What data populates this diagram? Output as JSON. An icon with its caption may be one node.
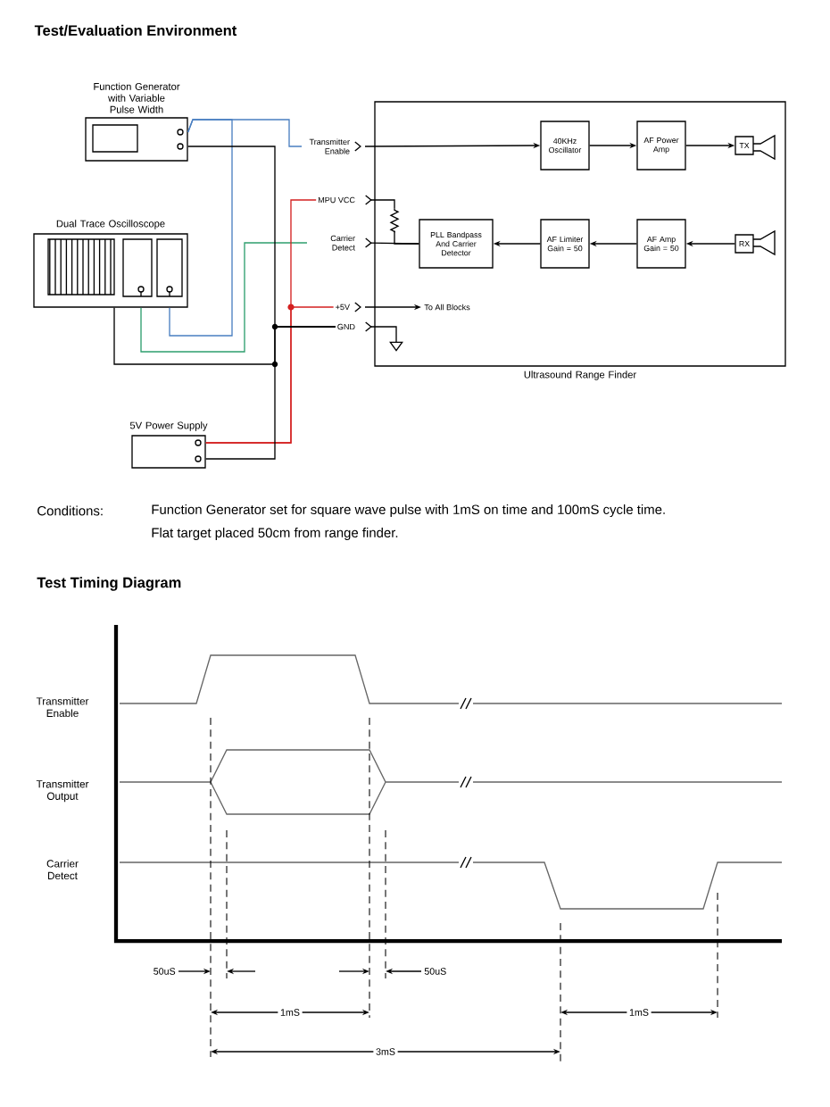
{
  "diagram": {
    "title": "Test/Evaluation Environment",
    "nodes": [
      {
        "text": [
          "Function Generator with Variable Pulse Width"
        ]
      },
      {
        "text": [
          "Dual Trace Oscilloscope"
        ]
      },
      {
        "text": [
          "5V Power Supply"
        ]
      },
      {
        "text": [
          "Ultrasound Range Finder"
        ]
      },
      {
        "text": [
          "Transmitter Enable"
        ]
      },
      {
        "text": [
          "MPU VCC"
        ]
      },
      {
        "text": [
          "Carrier Detect"
        ]
      },
      {
        "text": [
          "+5V"
        ]
      },
      {
        "text": [
          "GND"
        ]
      },
      {
        "text": [
          "40KHz Oscillator"
        ],
        "in": 3
      },
      {
        "text": [
          "AF Power Amp"
        ],
        "in": 3
      },
      {
        "text": [
          "TX"
        ],
        "in": 3
      },
      {
        "text": [
          "PLL Bandpass And Carrier Detector"
        ],
        "in": 3
      },
      {
        "text": [
          "AF Limiter Gain = 50"
        ],
        "in": 3
      },
      {
        "text": [
          "AF Amp Gain = 50"
        ],
        "in": 3
      },
      {
        "text": [
          "RX"
        ],
        "in": 3
      },
      {
        "text": [
          "To All Blocks"
        ],
        "in": 3
      },
      {
        "text": [],
        "shape": "resistor",
        "in": 3
      },
      {
        "text": [],
        "shape": "ground",
        "in": 3
      }
    ],
    "edges": [
      {
        "from": 0,
        "to": 4,
        "arrow": "none",
        "color": "#4a7fc1"
      },
      {
        "from": 0,
        "to": 1,
        "arrow": "none",
        "color": "#4a7fc1"
      },
      {
        "from": 1,
        "to": 6,
        "arrow": "none",
        "color": "#2e9e6e"
      },
      {
        "from": 2,
        "to": 5,
        "arrow": "none",
        "color": "#d42020"
      },
      {
        "from": 2,
        "to": 7,
        "arrow": "none",
        "color": "#d42020"
      },
      {
        "from": 0,
        "to": 8,
        "arrow": "none"
      },
      {
        "from": 1,
        "to": 8,
        "arrow": "none"
      },
      {
        "from": 2,
        "to": 8,
        "arrow": "none"
      },
      {
        "from": 4,
        "to": 9,
        "arrow": "to"
      },
      {
        "from": 9,
        "to": 10,
        "arrow": "to"
      },
      {
        "from": 10,
        "to": 11,
        "arrow": "to"
      },
      {
        "from": 15,
        "to": 14,
        "arrow": "to"
      },
      {
        "from": 14,
        "to": 13,
        "arrow": "to"
      },
      {
        "from": 13,
        "to": 12,
        "arrow": "to"
      },
      {
        "from": 12,
        "to": 6,
        "arrow": "other"
      },
      {
        "from": 7,
        "to": 16,
        "arrow": "to"
      },
      {
        "from": 5,
        "to": 17,
        "arrow": "other"
      },
      {
        "from": 17,
        "to": 12,
        "arrow": "none"
      },
      {
        "from": 8,
        "to": 18,
        "arrow": "other"
      }
    ],
    "labels": [
      "Conditions:",
      "Function Generator set for square wave pulse with 1mS on time and 100mS cycle time.",
      "Flat target placed 50cm from range finder.",
      "Test Timing Diagram",
      "Transmitter Enable",
      "Transmitter Output",
      "Carrier Detect",
      "50uS",
      "50uS",
      "1mS",
      "1mS",
      "3mS"
    ]
  }
}
